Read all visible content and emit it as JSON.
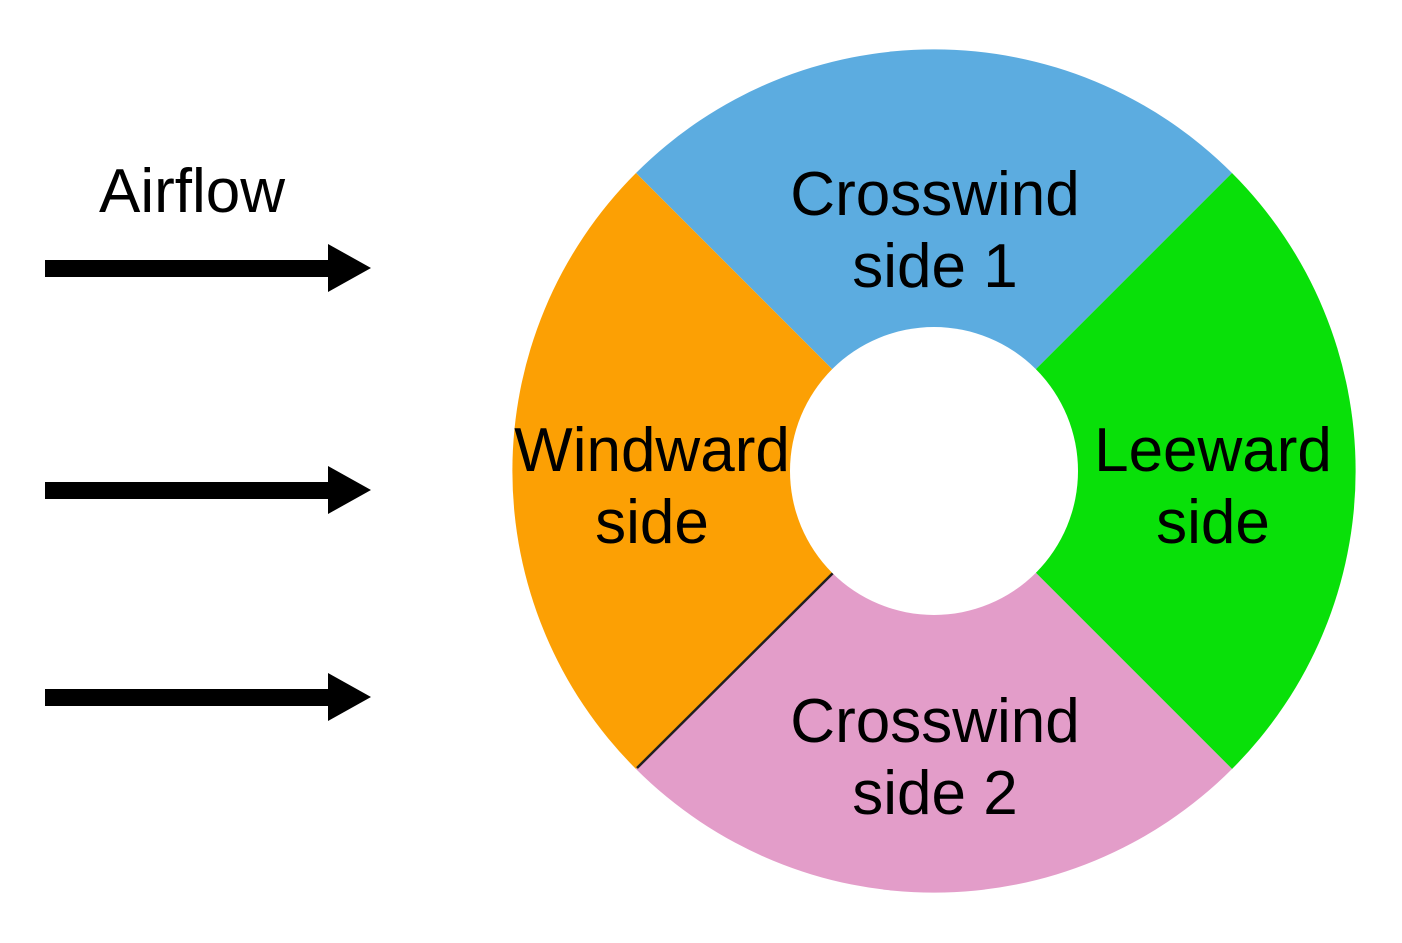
{
  "diagram": {
    "airflow": {
      "label": "Airflow",
      "arrow_count": 3,
      "arrow_color": "#000000"
    },
    "wheel": {
      "hole_color": "#ffffff",
      "divider_color": "#1f1f1f",
      "segments": [
        {
          "name": "crosswind-side-1",
          "label": "Crosswind\nside 1",
          "color": "#5CACE0",
          "position": "top"
        },
        {
          "name": "leeward-side",
          "label": "Leeward\nside",
          "color": "#09E009",
          "position": "right"
        },
        {
          "name": "crosswind-side-2",
          "label": "Crosswind\nside 2",
          "color": "#E39DC9",
          "position": "bottom"
        },
        {
          "name": "windward-side",
          "label": "Windward\nside",
          "color": "#FCA004",
          "position": "left"
        }
      ]
    }
  }
}
